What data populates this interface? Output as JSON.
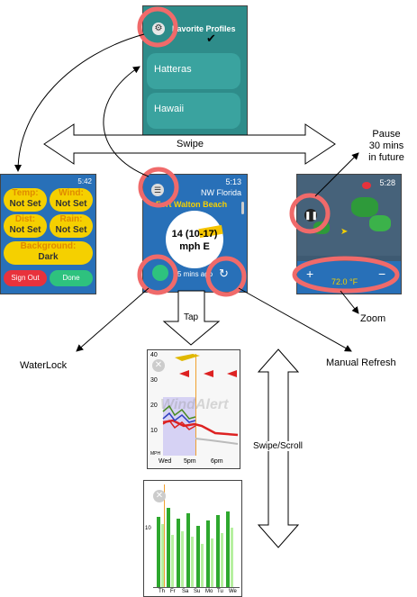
{
  "labels": {
    "swipe": "Swipe",
    "pause": "Pause\n30 mins\nin future",
    "zoom": "Zoom",
    "tap": "Tap",
    "waterlock": "WaterLock",
    "manual_refresh": "Manual Refresh",
    "swipe_scroll": "Swipe/Scroll"
  },
  "favorites": {
    "title": "Favorite Profiles",
    "items": [
      "Hatteras",
      "Hawaii"
    ]
  },
  "settings": {
    "time": "5:42",
    "buttons": [
      {
        "label": "Temp:",
        "value": "Not Set"
      },
      {
        "label": "Wind:",
        "value": "Not Set"
      },
      {
        "label": "Dist:",
        "value": "Not Set"
      },
      {
        "label": "Rain:",
        "value": "Not Set"
      }
    ],
    "background_label": "Background:",
    "background_value": "Dark",
    "sign_out": "Sign Out",
    "done": "Done"
  },
  "main": {
    "time": "5:13",
    "region": "NW Florida",
    "spot": "Fort Walton Beach",
    "wind_line1": "14 (10-17)",
    "wind_line2": "mph E",
    "updated": "5 mins ago"
  },
  "radar": {
    "time": "5:28",
    "temp": "72.0 °F",
    "plus": "+",
    "minus": "−"
  },
  "graph": {
    "y_ticks": [
      "40",
      "30",
      "20",
      "10"
    ],
    "y_unit": "MPH",
    "x_ticks": [
      "Wed",
      "5pm",
      "6pm"
    ],
    "watermark": "WindAlert"
  },
  "forecast": {
    "y_tick": "10",
    "x_ticks": [
      "Th",
      "Fr",
      "Sa",
      "Su",
      "Mo",
      "Tu",
      "We"
    ]
  },
  "colors": {
    "teal": "#2e8c8a",
    "yellow": "#f5d000",
    "red_ring": "#f06a6a",
    "blue_screen": "#2870b8"
  }
}
